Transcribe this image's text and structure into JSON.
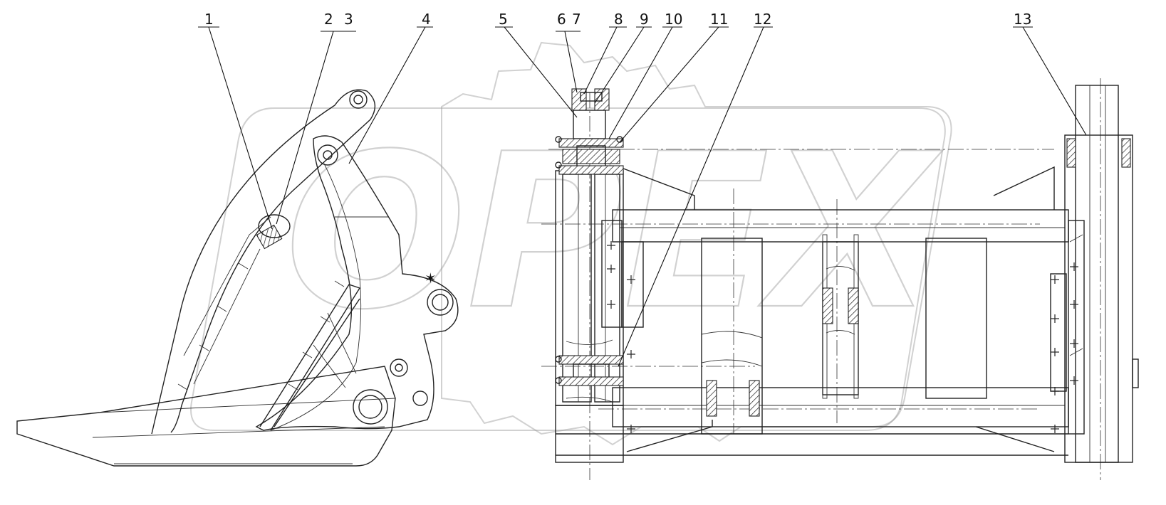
{
  "callouts": [
    {
      "id": "c1",
      "label": "1"
    },
    {
      "id": "c2",
      "label": "2"
    },
    {
      "id": "c3",
      "label": "3"
    },
    {
      "id": "c4",
      "label": "4"
    },
    {
      "id": "c5",
      "label": "5"
    },
    {
      "id": "c6",
      "label": "6"
    },
    {
      "id": "c7",
      "label": "7"
    },
    {
      "id": "c8",
      "label": "8"
    },
    {
      "id": "c9",
      "label": "9"
    },
    {
      "id": "c10",
      "label": "10"
    },
    {
      "id": "c11",
      "label": "11"
    },
    {
      "id": "c12",
      "label": "12"
    },
    {
      "id": "c13",
      "label": "13"
    }
  ],
  "watermark": {
    "text": "OPEX",
    "color": "#9a9a9a"
  },
  "colors": {
    "line": "#222222",
    "background": "#ffffff"
  }
}
